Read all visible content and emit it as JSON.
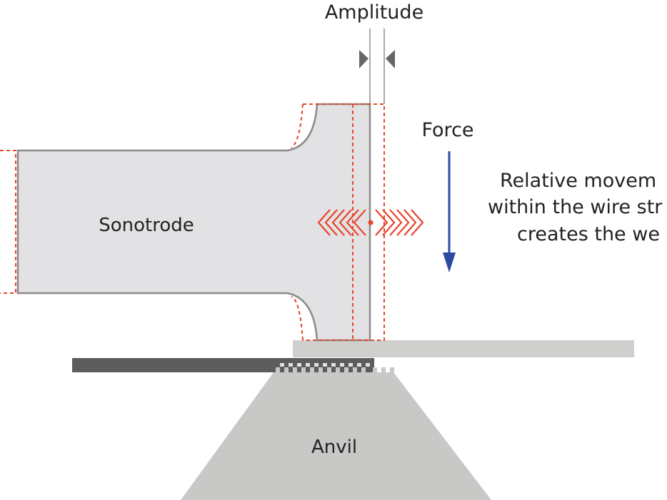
{
  "labels": {
    "amplitude": "Amplitude",
    "force": "Force",
    "sonotrode": "Sonotrode",
    "anvil": "Anvil",
    "relative_movement": [
      "Relative movem",
      "within the wire str",
      "creates the we"
    ]
  },
  "colors": {
    "sonotrode_fill": "#e2e2e4",
    "sonotrode_stroke": "#8a8a8a",
    "anvil_fill": "#c8c8c6",
    "wire_dark": "#5c5c5c",
    "wire_light": "#cfcfcd",
    "outline_dashed": "#e8452c",
    "force_arrow": "#2b4aa0",
    "amplitude_marker": "#666666"
  },
  "icons": {
    "vibration": "vibration-chevrons-icon",
    "force_arrow": "arrow-down-icon",
    "amplitude_markers": "triangle-markers-icon"
  }
}
